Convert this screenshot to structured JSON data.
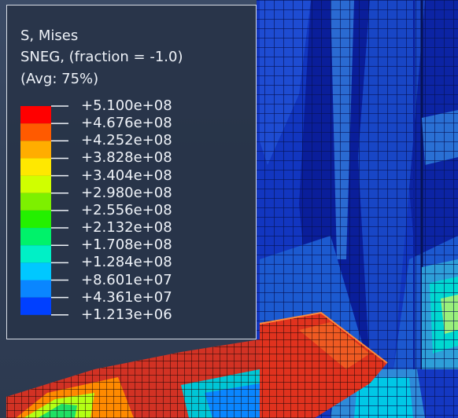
{
  "legend": {
    "variable": "S, Mises",
    "section_point": "SNEG, (fraction = -1.0)",
    "averaging": "(Avg: 75%)",
    "values": [
      "+5.100e+08",
      "+4.676e+08",
      "+4.252e+08",
      "+3.828e+08",
      "+3.404e+08",
      "+2.980e+08",
      "+2.556e+08",
      "+2.132e+08",
      "+1.708e+08",
      "+1.284e+08",
      "+8.601e+07",
      "+4.361e+07",
      "+1.213e+06"
    ],
    "band_colors": [
      "#ff0000",
      "#ff5a00",
      "#ffad00",
      "#ffe800",
      "#d0ff00",
      "#7df000",
      "#24f000",
      "#00f26a",
      "#00f0c6",
      "#00c8ff",
      "#0a86ff",
      "#0040ff"
    ]
  },
  "colors": {
    "background": "#33425a",
    "mesh_dark_blue": "#0a1e9a",
    "mesh_mid_blue": "#1e4cd2",
    "mesh_light_blue": "#2e8ad8",
    "flange_red": "#e4382a",
    "panel_border": "#d8dde6"
  }
}
